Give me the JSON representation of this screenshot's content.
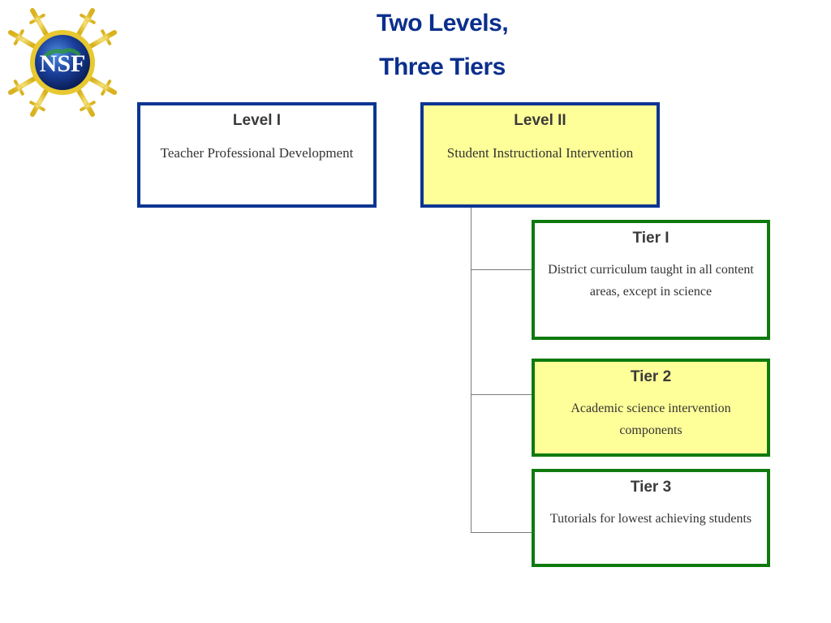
{
  "title": {
    "line1": "Two Levels,",
    "line2": "Three Tiers"
  },
  "logo": {
    "text": "NSF",
    "colors": {
      "sun": "#e8c830",
      "globe": "#1a3f9a",
      "text": "#ffffff"
    }
  },
  "levels": [
    {
      "heading": "Level I",
      "body": "Teacher Professional Development"
    },
    {
      "heading": "Level II",
      "body": "Student Instructional Intervention"
    }
  ],
  "tiers": [
    {
      "heading": "Tier I",
      "body": "District curriculum taught in all content areas, except in science"
    },
    {
      "heading": "Tier 2",
      "body": "Academic science intervention components"
    },
    {
      "heading": "Tier 3",
      "body": "Tutorials for lowest achieving students"
    }
  ],
  "colors": {
    "title": "#0a2f8c",
    "level_border": "#0b3592",
    "tier_border": "#0e7a0e",
    "highlight_fill": "#ffff99",
    "connector": "#7a7a7a"
  }
}
